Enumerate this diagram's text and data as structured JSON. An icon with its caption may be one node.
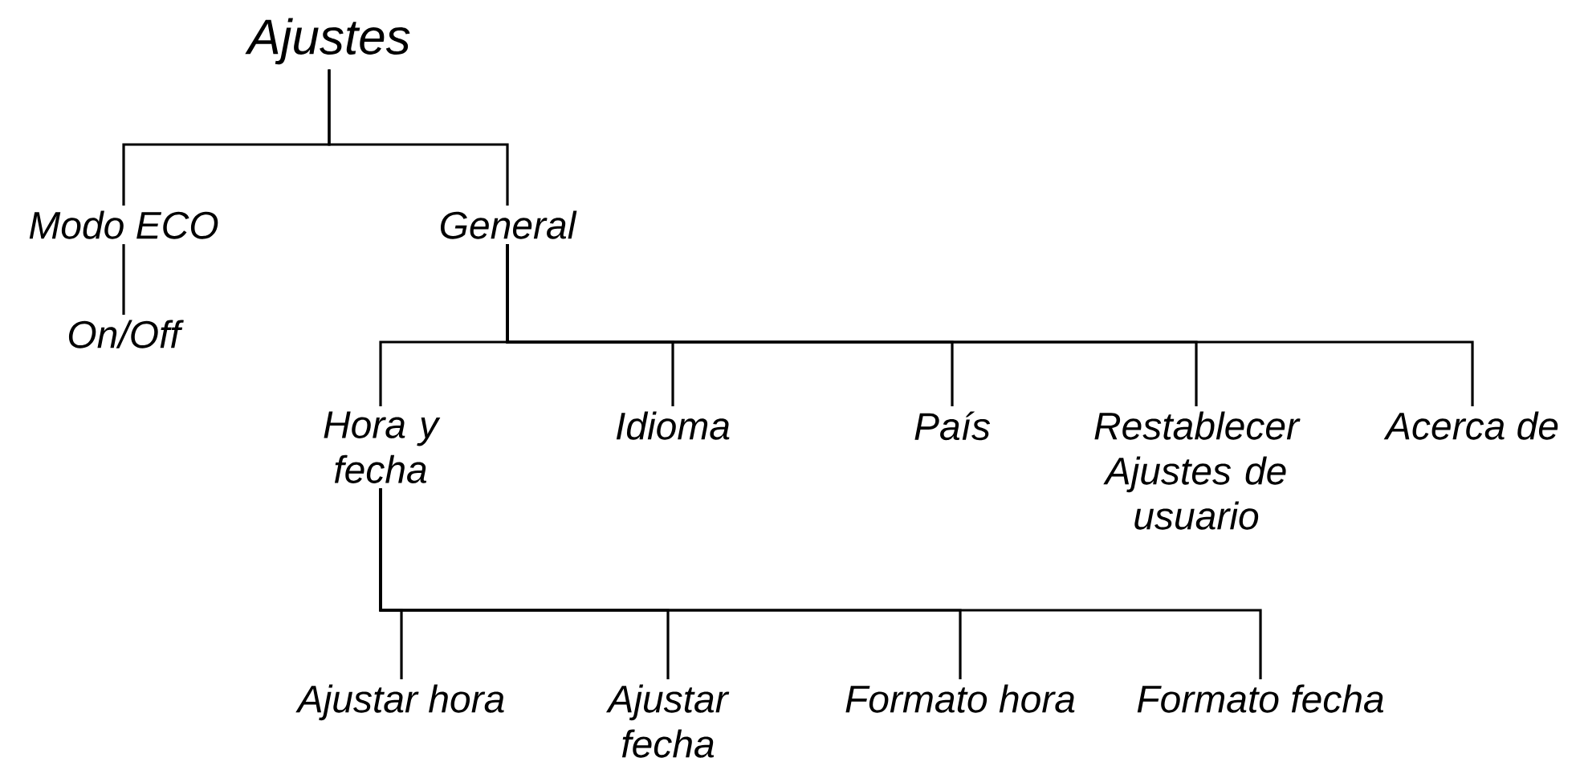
{
  "diagram": {
    "nodes": [
      {
        "text": [
          "Ajustes"
        ]
      },
      {
        "text": [
          "Modo ECO"
        ]
      },
      {
        "text": [
          "General"
        ]
      },
      {
        "text": [
          "On/Off"
        ]
      },
      {
        "text": [
          "Hora y fecha"
        ]
      },
      {
        "text": [
          "Idioma"
        ]
      },
      {
        "text": [
          "País"
        ]
      },
      {
        "text": [
          "Restablecer Ajustes de usuario"
        ]
      },
      {
        "text": [
          "Acerca de"
        ]
      },
      {
        "text": [
          "Ajustar hora"
        ]
      },
      {
        "text": [
          "Ajustar fecha"
        ]
      },
      {
        "text": [
          "Formato hora"
        ]
      },
      {
        "text": [
          "Formato fecha"
        ]
      }
    ],
    "edges": [
      {
        "from": 0,
        "to": 1,
        "arrow": "none"
      },
      {
        "from": 0,
        "to": 2,
        "arrow": "none"
      },
      {
        "from": 1,
        "to": 3,
        "arrow": "none"
      },
      {
        "from": 2,
        "to": 4,
        "arrow": "none"
      },
      {
        "from": 2,
        "to": 5,
        "arrow": "none"
      },
      {
        "from": 2,
        "to": 6,
        "arrow": "none"
      },
      {
        "from": 2,
        "to": 7,
        "arrow": "none"
      },
      {
        "from": 2,
        "to": 8,
        "arrow": "none"
      },
      {
        "from": 4,
        "to": 9,
        "arrow": "none"
      },
      {
        "from": 4,
        "to": 10,
        "arrow": "none"
      },
      {
        "from": 4,
        "to": 11,
        "arrow": "none"
      },
      {
        "from": 4,
        "to": 12,
        "arrow": "none"
      }
    ]
  }
}
